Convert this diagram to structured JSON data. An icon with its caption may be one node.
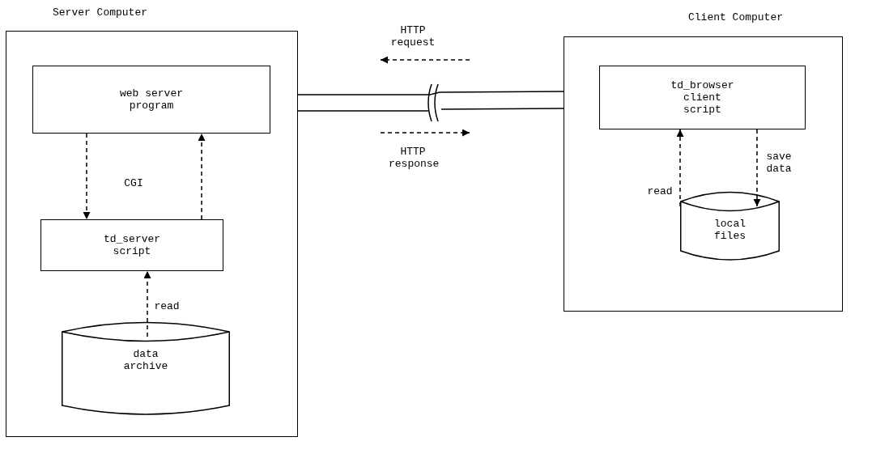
{
  "diagram": {
    "nodes": [
      {
        "text": [
          "Server Computer"
        ]
      },
      {
        "text": [
          "web server program"
        ],
        "in": 0
      },
      {
        "text": [
          "td_server script"
        ],
        "in": 0
      },
      {
        "text": [
          "data archive"
        ],
        "in": 0
      },
      {
        "text": [
          "Client Computer"
        ]
      },
      {
        "text": [
          "td_browser client script"
        ],
        "in": 4
      },
      {
        "text": [
          "local files"
        ],
        "in": 4
      }
    ],
    "edges": [
      {
        "from": 1,
        "to": 2,
        "arrow": "to",
        "style": "dashed"
      },
      {
        "from": 2,
        "to": 1,
        "arrow": "to",
        "style": "dashed"
      },
      {
        "from": 3,
        "to": 2,
        "arrow": "to",
        "style": "dashed",
        "label": "read"
      },
      {
        "from": 6,
        "to": 5,
        "arrow": "to",
        "style": "dashed",
        "label": "read"
      },
      {
        "from": 5,
        "to": 6,
        "arrow": "to",
        "style": "dashed",
        "label": "save data"
      },
      {
        "from": 0,
        "to": 4,
        "arrow": "none"
      }
    ],
    "labels": [
      "HTTP request",
      "CGI",
      "HTTP response"
    ]
  }
}
